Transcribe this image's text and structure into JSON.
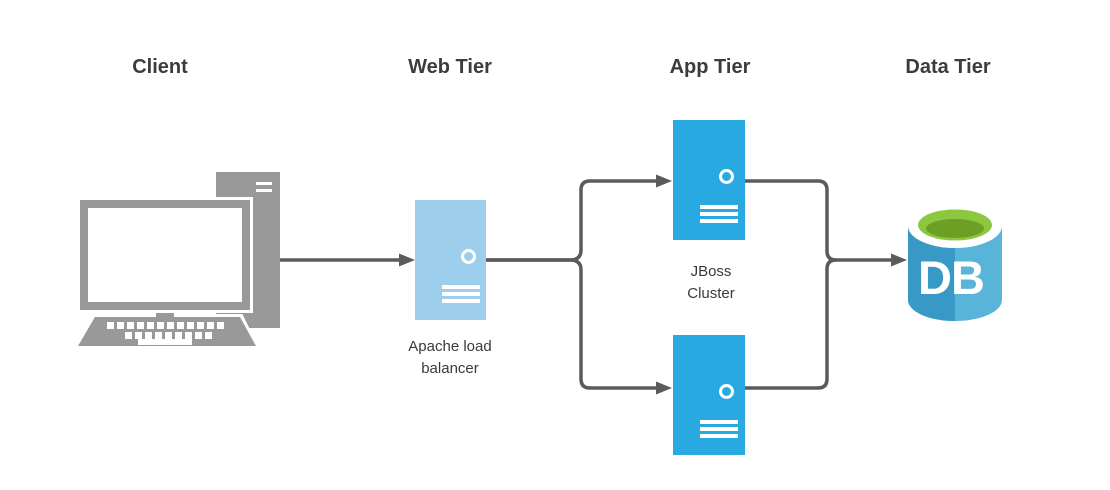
{
  "diagram": {
    "tier_headers": [
      {
        "id": "client",
        "label": "Client"
      },
      {
        "id": "web-tier",
        "label": "Web Tier"
      },
      {
        "id": "app-tier",
        "label": "App Tier"
      },
      {
        "id": "data-tier",
        "label": "Data Tier"
      }
    ],
    "nodes": {
      "client": {
        "icon": "desktop-computer-icon"
      },
      "apache": {
        "icon": "server-icon",
        "label": "Apache load balancer"
      },
      "jboss_cluster": {
        "icon": "server-icon",
        "label": "JBoss Cluster",
        "instances": 2
      },
      "db": {
        "icon": "database-cylinder-icon",
        "label": "DB"
      }
    },
    "edges": [
      {
        "from": "client",
        "to": "apache"
      },
      {
        "from": "apache",
        "to": "jboss-server-1"
      },
      {
        "from": "apache",
        "to": "jboss-server-2"
      },
      {
        "from": "jboss-server-1",
        "to": "db"
      },
      {
        "from": "jboss-server-2",
        "to": "db"
      }
    ],
    "colors": {
      "client_gray": "#999999",
      "connector_gray": "#5B5B5B",
      "apache_light_blue": "#9DCEEC",
      "jboss_blue": "#29A9E1",
      "db_blue_dark": "#3999C6",
      "db_blue_light": "#59B4D9",
      "db_green": "#8DC63F",
      "db_green_dark": "#6C9F23",
      "text_dark": "#3C3C3C"
    }
  }
}
